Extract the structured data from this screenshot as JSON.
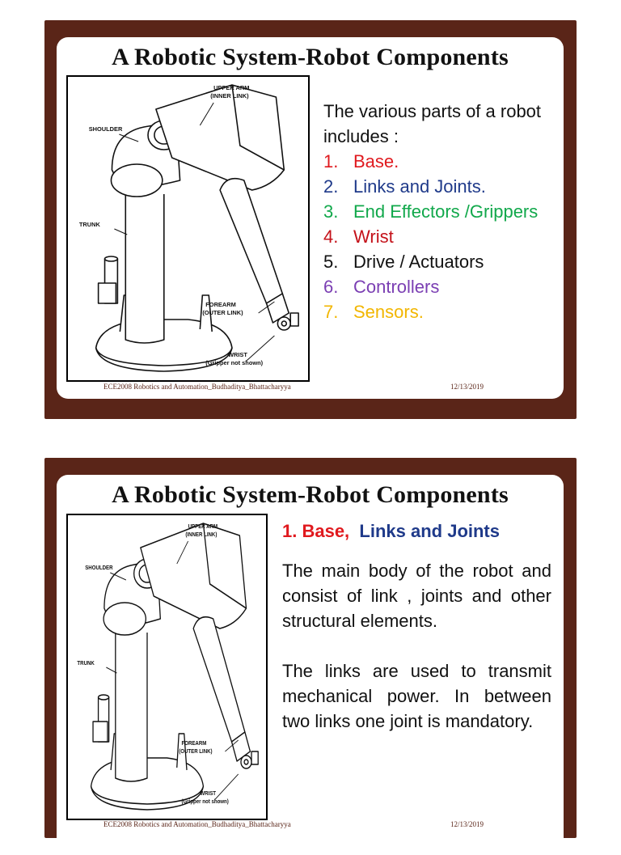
{
  "slide1": {
    "title": "A Robotic System-Robot Components",
    "intro": "The various parts of a robot includes :",
    "items": [
      {
        "num": "1.",
        "text": "Base.",
        "color": "#e0191e"
      },
      {
        "num": "2.",
        "text": "Links and Joints.",
        "color": "#1f3a8a"
      },
      {
        "num": "3.",
        "text": "End Effectors /Grippers",
        "color": "#11a84b"
      },
      {
        "num": "4.",
        "text": "Wrist",
        "color": "#c4121a"
      },
      {
        "num": "5.",
        "text": "Drive / Actuators",
        "color": "#111111"
      },
      {
        "num": "6.",
        "text": "Controllers",
        "color": "#7b3fb3"
      },
      {
        "num": "7.",
        "text": "Sensors.",
        "color": "#f2b600"
      }
    ],
    "footer_left": "ECE2008 Robotics and Automation_Budhaditya_Bhattacharyya",
    "footer_date": "12/13/2019"
  },
  "slide2": {
    "title": "A Robotic System-Robot Components",
    "heading_base": "1.  Base,",
    "heading_links": "Links and Joints",
    "paragraph1": "The main body of the robot and consist of link , joints and other structural elements.",
    "paragraph2": "The links are used to transmit mechanical power. In between two links one joint is mandatory.",
    "footer_left": "ECE2008 Robotics and Automation_Budhaditya_Bhattacharyya",
    "footer_date": "12/13/2019"
  },
  "diagram_labels": {
    "upper_arm": "UPPER ARM",
    "inner_link": "(INNER LINK)",
    "shoulder": "SHOULDER",
    "trunk": "TRUNK",
    "forearm": "FOREARM",
    "outer_link": "(OUTER LINK)",
    "wrist": "WRIST",
    "gripper": "(Gripper not shown)"
  },
  "colors": {
    "frame": "#5a2518",
    "base_red": "#e0191e",
    "links_blue": "#1f3a8a"
  }
}
